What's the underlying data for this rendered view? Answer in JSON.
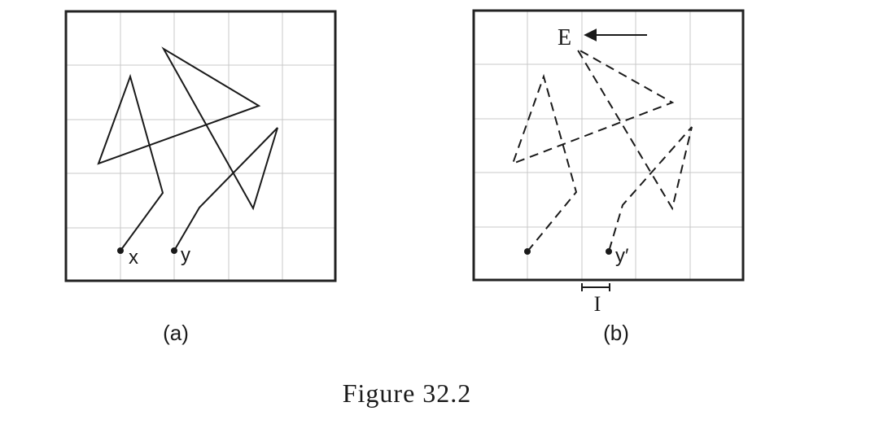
{
  "panel_a": {
    "caption": "(a)",
    "start_label_x": "x",
    "start_label_y": "y"
  },
  "panel_b": {
    "caption": "(b)",
    "field_label": "E",
    "end_label": "y′",
    "interval_label": "I"
  },
  "figure_caption": "Figure 32.2"
}
